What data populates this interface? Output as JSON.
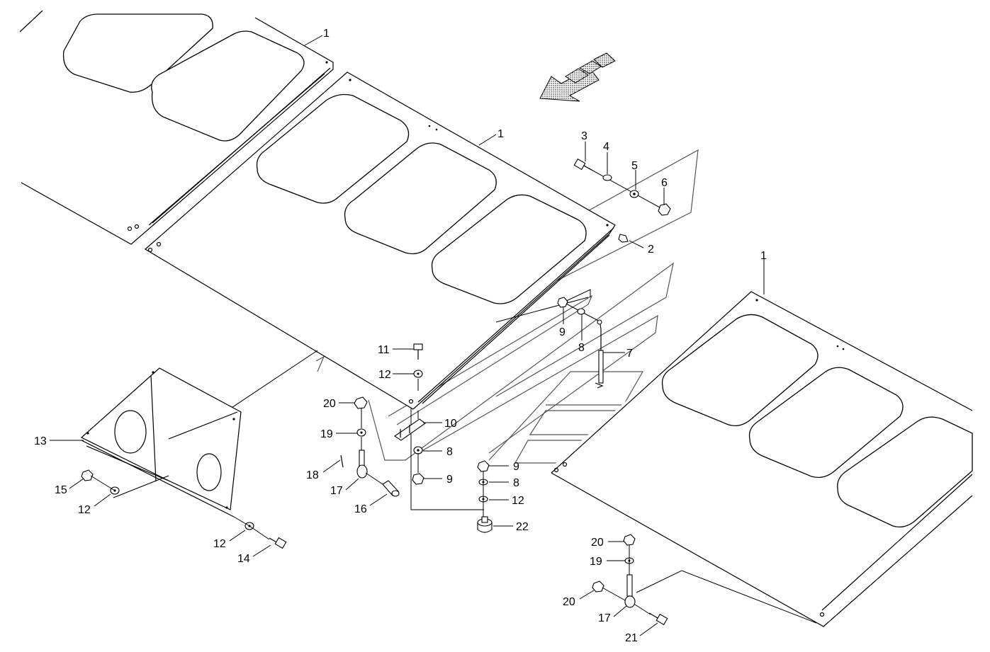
{
  "diagram": {
    "labels": {
      "panel_top_left": "1",
      "panel_center": "1",
      "panel_right": "1",
      "bolt_3": "3",
      "washer_4": "4",
      "washer_5": "5",
      "nut_6": "6",
      "clip_2": "2",
      "nut_9_upper": "9",
      "washer_8_upper": "8",
      "gas_spring_7": "7",
      "bolt_11": "11",
      "washer_12_center": "12",
      "nut_20_left": "20",
      "washer_19_left": "19",
      "bracket_10": "10",
      "washer_8_mid": "8",
      "nut_9_mid": "9",
      "pin_18": "18",
      "eye_bolt_17_left": "17",
      "pin_16": "16",
      "nut_9_right": "9",
      "washer_8_right": "8",
      "washer_12_right": "12",
      "buffer_22": "22",
      "guard_13": "13",
      "nut_15": "15",
      "washer_12_left": "12",
      "washer_12_bottom": "12",
      "bolt_14": "14",
      "nut_20_right_top": "20",
      "washer_19_right": "19",
      "nut_20_right_bottom": "20",
      "eye_bolt_17_right": "17",
      "bolt_21": "21"
    }
  }
}
